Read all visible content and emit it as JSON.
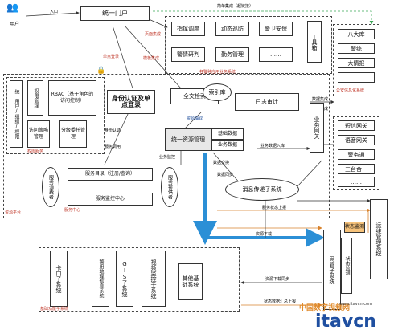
{
  "top": {
    "user": "用户",
    "entry": "入口",
    "portal": "统一门户",
    "sso": "单点登录",
    "simple_integration": "简单集成（超链接）",
    "page_integration": "页面集成",
    "template_integration": "模板集成"
  },
  "apps": {
    "items": [
      "指挥调度",
      "动态巡防",
      "警卫安保",
      "警情研判",
      "勤务管理",
      "……"
    ],
    "toolbox": "工具箱",
    "group_label": "各警种应用业务系统"
  },
  "public_security": {
    "items": [
      "八大库",
      "警综",
      "大情报",
      "……"
    ],
    "group_label": "公安信息化系统",
    "data_sync": "数据集成",
    "service_integration": "服务集成"
  },
  "access": {
    "unified_user": "统一用户/组织/权限",
    "perm_mgmt": "权限管理",
    "rbac": "RBAC（基于角色的访问控制）",
    "access_policy": "访问策略管理",
    "delegation": "分级委托管理",
    "group_label": "权限服务",
    "auth": "身份认证及单点登录",
    "id_auth_label": "身份认证"
  },
  "data": {
    "fulltext": "全文检索",
    "index_lib": "索引库",
    "log_audit": "日志审计",
    "resource_mgmt": "统一资源管理",
    "basic_data": "基础数据",
    "business_data": "业务数据",
    "resource_extract": "资源抽取",
    "business_monitor": "业务监控",
    "service_gateway": "业务网关",
    "service_access": "业务数据入库",
    "data_exchange": "数据交换"
  },
  "service": {
    "consumer": "服务消费者",
    "provider": "服务提供者",
    "catalog": "服务目录（注册/查询）",
    "monitor": "服务监控中心",
    "group_label": "服务中心",
    "platform_label": "资源平台",
    "service_call": "服务调用"
  },
  "gateways": {
    "items": [
      "短信网关",
      "语音网关",
      "警务通",
      "三台合一",
      "……"
    ]
  },
  "messaging": {
    "msg_system": "消息传递子系统",
    "data_sync": "数据同步",
    "service_reg": "服务状态上报",
    "resource_dl": "资源下载",
    "resource_sync": "资源下载同步",
    "status_report": "状态数据汇总上报",
    "link_status": "状态监测",
    "ops_mgmt": "运维管理系统"
  },
  "subsystems": {
    "group_label": "基础功能子系统",
    "items": [
      "卡口子系统",
      "警用地理信息系统",
      "GIS子系统",
      "视频监控子系统",
      "其他基础系统"
    ],
    "net_mgmt": "网管子系统",
    "status_mgmt": "状态监测"
  },
  "watermark": {
    "brand": "itavcn",
    "cn": "中国数字视频网",
    "url": "www.itavcn.com"
  },
  "colors": {
    "blue_arrow": "#2b8fd6",
    "green_dash": "#3aa655",
    "red_label": "#c0392b",
    "orange": "#d9822b"
  }
}
